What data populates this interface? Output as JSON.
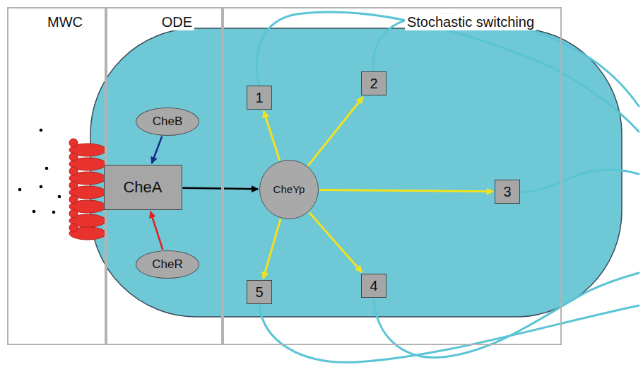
{
  "diagram": {
    "nodes": [
      {
        "text": [
          "MWC"
        ]
      },
      {
        "text": [
          "ODE"
        ]
      },
      {
        "text": [
          "Stochastic switching"
        ]
      },
      {
        "text": [
          "CheB"
        ],
        "in": 1
      },
      {
        "text": [
          "CheA"
        ]
      },
      {
        "text": [
          "CheR"
        ],
        "in": 1
      },
      {
        "text": [
          "CheYp"
        ],
        "in": 2
      },
      {
        "text": [
          "1"
        ],
        "in": 2
      },
      {
        "text": [
          "2"
        ],
        "in": 2
      },
      {
        "text": [
          "3"
        ],
        "in": 2
      },
      {
        "text": [
          "4"
        ],
        "in": 2
      },
      {
        "text": [
          "5"
        ],
        "in": 2
      }
    ],
    "edges": [
      {
        "from": 3,
        "to": 4,
        "arrow": "to"
      },
      {
        "from": 5,
        "to": 4,
        "arrow": "to"
      },
      {
        "from": 4,
        "to": 6,
        "arrow": "to"
      },
      {
        "from": 6,
        "to": 7,
        "arrow": "to"
      },
      {
        "from": 6,
        "to": 8,
        "arrow": "to"
      },
      {
        "from": 6,
        "to": 9,
        "arrow": "to"
      },
      {
        "from": 6,
        "to": 10,
        "arrow": "to"
      },
      {
        "from": 6,
        "to": 11,
        "arrow": "to"
      }
    ]
  }
}
